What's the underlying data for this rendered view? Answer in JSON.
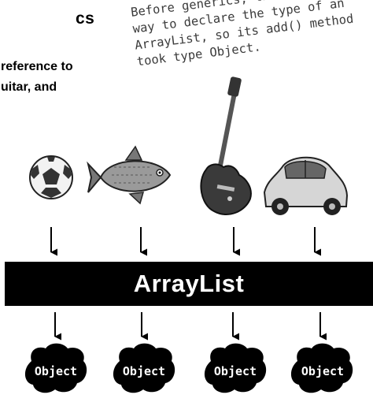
{
  "heading": "cs",
  "body_lines": [
    "reference to",
    "uitar, and"
  ],
  "note_lines": [
    "Before generics, there was no",
    "way to declare the type of an",
    "ArrayList, so its add() method",
    "took type Object."
  ],
  "arraylist_label": "ArrayList",
  "inputs": [
    {
      "name": "soccer ball",
      "icon": "soccer-ball-icon"
    },
    {
      "name": "fish",
      "icon": "fish-icon"
    },
    {
      "name": "guitar",
      "icon": "guitar-icon"
    },
    {
      "name": "car",
      "icon": "car-icon"
    }
  ],
  "object_labels": [
    "Object",
    "Object",
    "Object",
    "Object"
  ],
  "colors": {
    "bar": "#000000",
    "note": "#3b3b3b",
    "blob": "#000000"
  }
}
